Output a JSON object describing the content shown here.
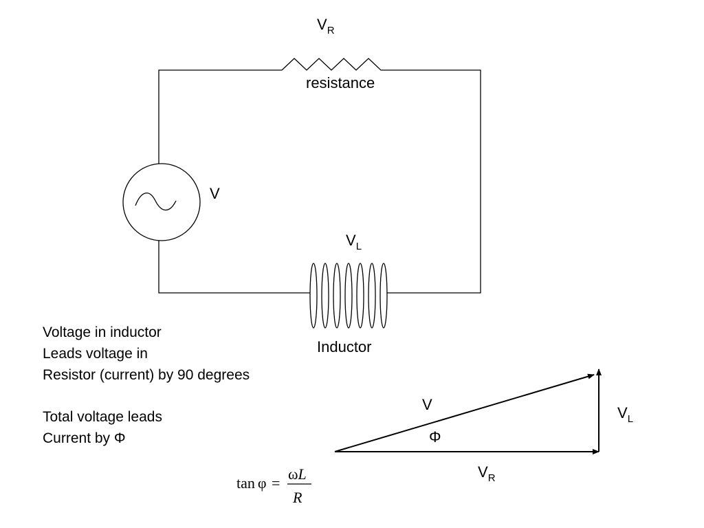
{
  "circuit": {
    "resistor": {
      "voltage": {
        "symbol": "V",
        "subscript": "R"
      },
      "label": "resistance"
    },
    "source": {
      "label": "V"
    },
    "inductor": {
      "voltage": {
        "symbol": "V",
        "subscript": "L"
      },
      "label": "Inductor"
    }
  },
  "notes": {
    "lead_lines": [
      "Voltage in inductor",
      "Leads voltage in",
      "Resistor (current) by 90 degrees"
    ],
    "phase_lines": [
      "Total voltage leads",
      "Current by Φ"
    ]
  },
  "phasor": {
    "hypotenuse_label": "V",
    "angle_label": "Φ",
    "vertical": {
      "symbol": "V",
      "subscript": "L"
    },
    "horizontal": {
      "symbol": "V",
      "subscript": "R"
    }
  },
  "formula": {
    "lhs": "tan",
    "phi": "φ",
    "eq": "=",
    "numerator_omega": "ω",
    "numerator_L": "L",
    "denominator": "R"
  }
}
